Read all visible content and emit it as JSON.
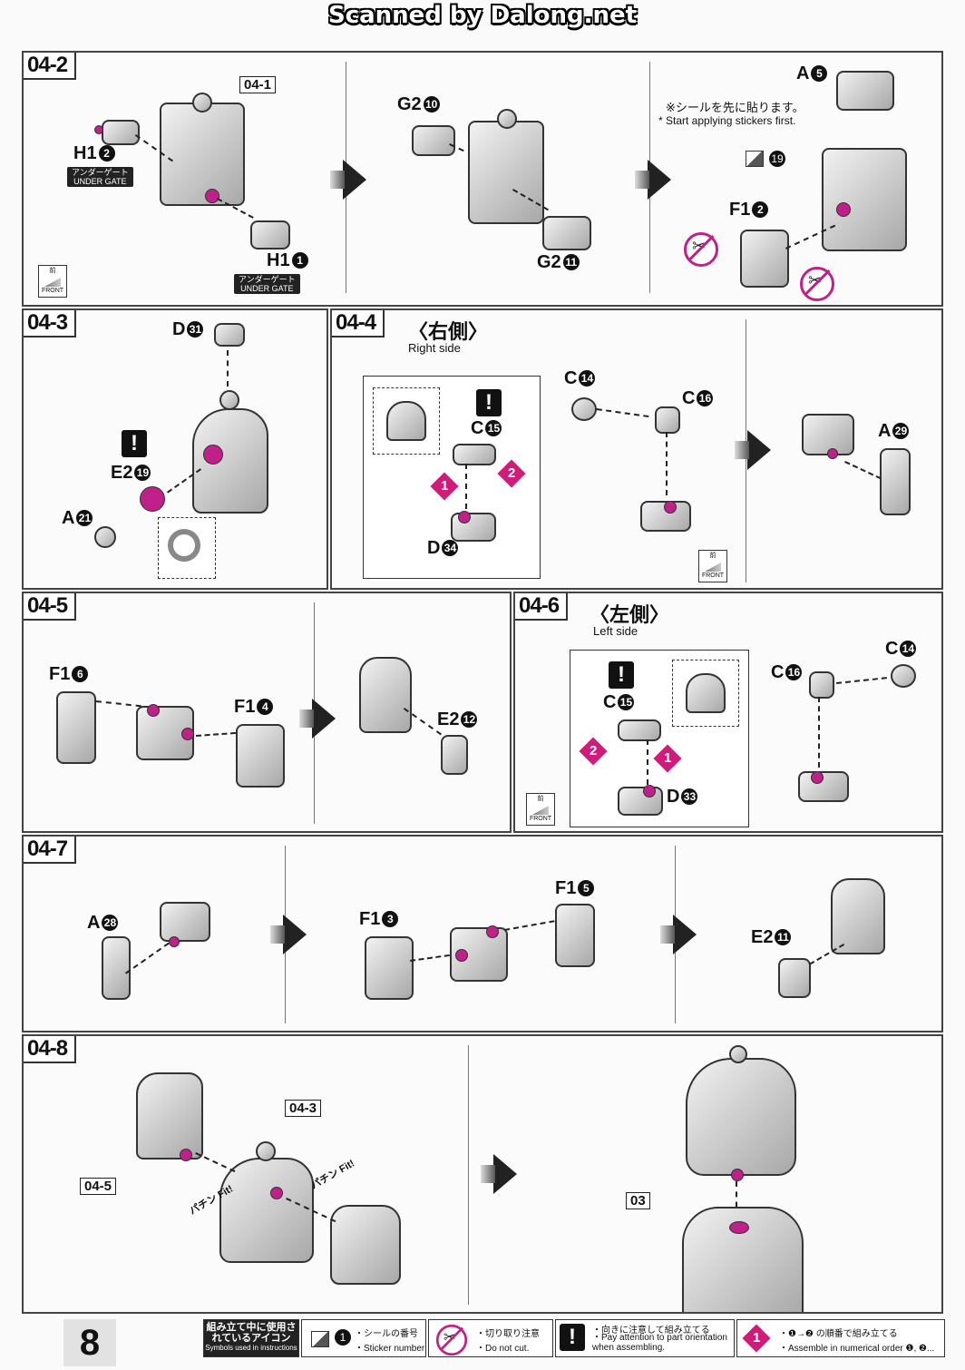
{
  "watermark": "Scanned by Dalong.net",
  "steps": {
    "s2": {
      "id": "04-2",
      "ref": "04-1",
      "H1_top": "H1",
      "H1_top_num": "2",
      "H1_bot": "H1",
      "H1_bot_num": "1",
      "under_gate_jp": "アンダーゲート",
      "under_gate_en": "UNDER GATE",
      "G2a": "G2",
      "G2a_num": "10",
      "G2b": "G2",
      "G2b_num": "11",
      "note_jp": "※シールを先に貼ります。",
      "note_en": "* Start applying stickers first.",
      "A": "A",
      "A_num": "5",
      "F1": "F1",
      "F1_num": "2",
      "sticker_num": "19"
    },
    "s3": {
      "id": "04-3",
      "D": "D",
      "D_num": "31",
      "E2": "E2",
      "E2_num": "19",
      "A": "A",
      "A_num": "21"
    },
    "s4": {
      "id": "04-4",
      "title": "〈右側〉",
      "subtitle": "Right side",
      "C15": "C",
      "C15_num": "15",
      "D34": "D",
      "D34_num": "34",
      "C14": "C",
      "C14_num": "14",
      "C16": "C",
      "C16_num": "16",
      "A29": "A",
      "A29_num": "29",
      "o1": "1",
      "o2": "2"
    },
    "s5": {
      "id": "04-5",
      "F16": "F1",
      "F16_num": "6",
      "F14": "F1",
      "F14_num": "4",
      "E212": "E2",
      "E212_num": "12"
    },
    "s6": {
      "id": "04-6",
      "title": "〈左側〉",
      "subtitle": "Left side",
      "C15": "C",
      "C15_num": "15",
      "D33": "D",
      "D33_num": "33",
      "C16": "C",
      "C16_num": "16",
      "C14": "C",
      "C14_num": "14",
      "o1": "1",
      "o2": "2"
    },
    "s7": {
      "id": "04-7",
      "A28": "A",
      "A28_num": "28",
      "F13": "F1",
      "F13_num": "3",
      "F15": "F1",
      "F15_num": "5",
      "E211": "E2",
      "E211_num": "11"
    },
    "s8": {
      "id": "04-8",
      "ref3": "04-3",
      "ref5": "04-5",
      "ref03": "03",
      "fit": "パチン Fit!"
    }
  },
  "front": {
    "jp": "前",
    "en": "FRONT"
  },
  "footer": {
    "page": "8",
    "legend_title_jp": "組み立て中に使用されているアイコン",
    "legend_title_en": "Symbols used in instructions",
    "sticker_jp": "・シールの番号",
    "sticker_en": "・Sticker number",
    "cut_jp": "・切り取り注意",
    "cut_en": "・Do not cut.",
    "orient_jp": "・向きに注意して組み立てる",
    "orient_en": "・Pay attention to part orientation when assembling.",
    "order_jp": "・❶→❷ の順番で組み立てる",
    "order_en": "・Assemble in numerical order ❶, ❷..."
  }
}
